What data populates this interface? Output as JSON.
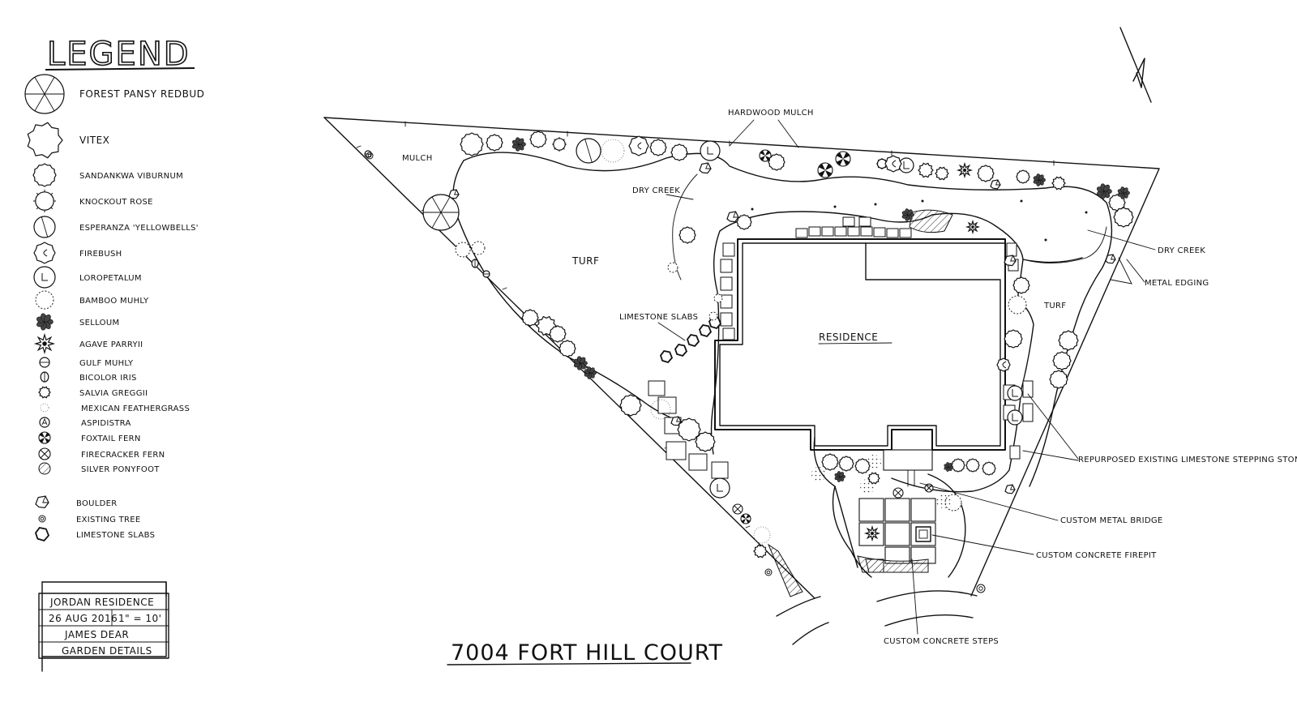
{
  "legend": {
    "title": "LEGEND",
    "items": [
      {
        "label": "FOREST PANSY REDBUD",
        "icon": "redbud-symbol-icon"
      },
      {
        "label": "VITEX",
        "icon": "vitex-symbol-icon"
      },
      {
        "label": "SANDANKWA VIBURNUM",
        "icon": "viburnum-symbol-icon"
      },
      {
        "label": "KNOCKOUT ROSE",
        "icon": "rose-symbol-icon"
      },
      {
        "label": "ESPERANZA 'YELLOWBELLS'",
        "icon": "esperanza-symbol-icon"
      },
      {
        "label": "FIREBUSH",
        "icon": "firebush-symbol-icon"
      },
      {
        "label": "LOROPETALUM",
        "icon": "loropetalum-symbol-icon"
      },
      {
        "label": "BAMBOO MUHLY",
        "icon": "bamboo-muhly-symbol-icon"
      },
      {
        "label": "SELLOUM",
        "icon": "selloum-symbol-icon"
      },
      {
        "label": "AGAVE PARRYII",
        "icon": "agave-symbol-icon"
      },
      {
        "label": "GULF MUHLY",
        "icon": "gulf-muhly-symbol-icon"
      },
      {
        "label": "BICOLOR IRIS",
        "icon": "iris-symbol-icon"
      },
      {
        "label": "SALVIA GREGGII",
        "icon": "salvia-symbol-icon"
      },
      {
        "label": "MEXICAN FEATHERGRASS",
        "icon": "feathergrass-symbol-icon"
      },
      {
        "label": "ASPIDISTRA",
        "icon": "aspidistra-symbol-icon"
      },
      {
        "label": "FOXTAIL FERN",
        "icon": "foxtail-fern-symbol-icon"
      },
      {
        "label": "FIRECRACKER FERN",
        "icon": "firecracker-fern-symbol-icon"
      },
      {
        "label": "SILVER PONYFOOT",
        "icon": "ponyfoot-symbol-icon"
      }
    ],
    "extras": [
      {
        "label": "BOULDER",
        "icon": "boulder-symbol-icon"
      },
      {
        "label": "EXISTING TREE",
        "icon": "existing-tree-symbol-icon"
      },
      {
        "label": "LIMESTONE SLABS",
        "icon": "limestone-slab-symbol-icon"
      }
    ]
  },
  "title_block": {
    "project": "JORDAN RESIDENCE",
    "date": "26 AUG 2016",
    "scale": "1\" = 10'",
    "designer": "JAMES DEAR",
    "firm": "GARDEN DETAILS"
  },
  "address": "7004 FORT HILL COURT",
  "plan_labels": {
    "hardwood_mulch": "HARDWOOD MULCH",
    "mulch": "MULCH",
    "dry_creek_upper": "DRY CREEK",
    "turf_left": "TURF",
    "limestone_slabs": "LIMESTONE SLABS",
    "residence": "RESIDENCE",
    "turf_right": "TURF",
    "dry_creek_right": "DRY CREEK",
    "metal_edging": "METAL EDGING",
    "repurposed_stones": "REPURPOSED EXISTING LIMESTONE STEPPING STONES",
    "metal_bridge": "CUSTOM METAL BRIDGE",
    "firepit": "CUSTOM CONCRETE FIREPIT",
    "concrete_steps": "CUSTOM CONCRETE STEPS"
  },
  "north_arrow": "N"
}
